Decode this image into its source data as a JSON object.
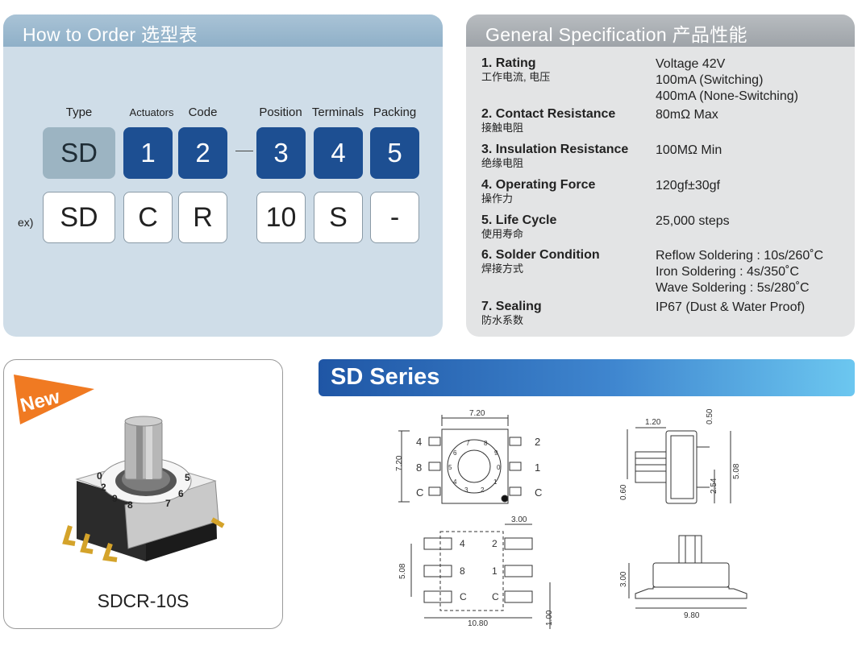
{
  "order": {
    "title": "How to Order  选型表",
    "columns": [
      "Type",
      "Actuators",
      "Code",
      "Position",
      "Terminals",
      "Packing"
    ],
    "codes": [
      "SD",
      "1",
      "2",
      "3",
      "4",
      "5"
    ],
    "example_label": "ex)",
    "example": [
      "SD",
      "C",
      "R",
      "10",
      "S",
      "-"
    ]
  },
  "spec": {
    "title": "General Specification  产品性能",
    "rows": [
      {
        "name": "1. Rating",
        "cn": "工作电流, 电压",
        "values": [
          "Voltage 42V",
          "100mA (Switching)",
          "400mA (None-Switching)"
        ]
      },
      {
        "name": "2. Contact Resistance",
        "cn": "接触电阻",
        "values": [
          "80mΩ  Max"
        ]
      },
      {
        "name": "3. Insulation Resistance",
        "cn": "绝缘电阻",
        "values": [
          "100MΩ  Min"
        ]
      },
      {
        "name": "4. Operating Force",
        "cn": "操作力",
        "values": [
          "120gf±30gf"
        ]
      },
      {
        "name": "5. Life Cycle",
        "cn": "使用寿命",
        "values": [
          "25,000 steps"
        ]
      },
      {
        "name": "6. Solder Condition",
        "cn": "焊接方式",
        "values": [
          "Reflow Soldering  : 10s/260˚C",
          "Iron Soldering : 4s/350˚C",
          "Wave Soldering : 5s/280˚C"
        ]
      },
      {
        "name": "7. Sealing",
        "cn": "防水系数",
        "values": [
          "IP67 (Dust & Water Proof)"
        ]
      }
    ]
  },
  "product": {
    "badge": "New",
    "model": "SDCR-10S"
  },
  "series": {
    "title": "SD Series"
  },
  "drawing": {
    "top_width": "7.20",
    "side_height": "7.20",
    "pin_labels_left": [
      "4",
      "8",
      "C"
    ],
    "pin_labels_right": [
      "2",
      "1",
      "C"
    ],
    "dial_digits": [
      "7",
      "8",
      "9",
      "0",
      "1",
      "2",
      "3",
      "4",
      "5",
      "6"
    ],
    "side_dims": [
      "1.20",
      "0.50",
      "5.08",
      "2.54",
      "0.60"
    ],
    "pad_dims": [
      "3.00",
      "5.08",
      "10.80",
      "1.00"
    ],
    "pad_labels": [
      "4",
      "2",
      "8",
      "1",
      "C",
      "C"
    ],
    "front_dims": [
      "3.00",
      "9.80"
    ]
  }
}
